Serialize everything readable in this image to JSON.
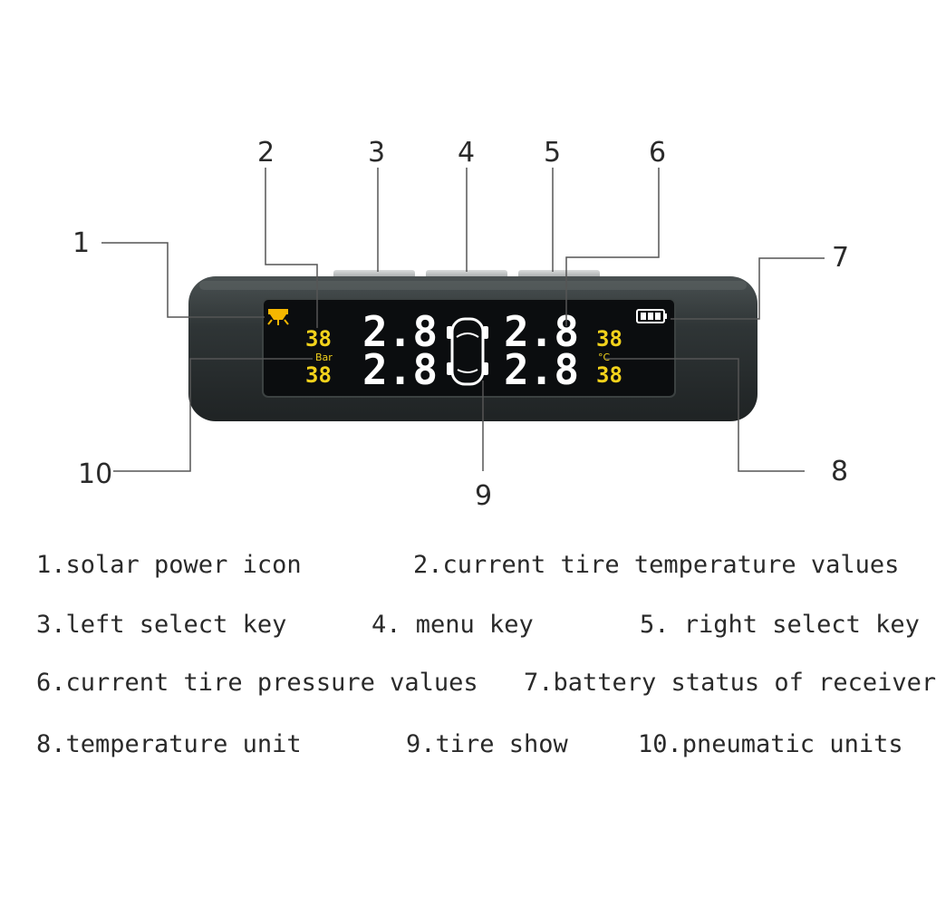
{
  "callouts": [
    "1",
    "2",
    "3",
    "4",
    "5",
    "6",
    "7",
    "8",
    "9",
    "10"
  ],
  "display": {
    "pressure_values": [
      "2.8",
      "2.8",
      "2.8",
      "2.8"
    ],
    "temperature_values": [
      "38",
      "38",
      "38",
      "38"
    ],
    "pressure_unit": "Bar",
    "temperature_unit": "°C"
  },
  "legend": [
    "1.solar power icon",
    "2.current tire temperature values",
    "3.left select key",
    "4. menu key",
    "5. right select key",
    "6.current tire pressure values",
    "7.battery status of receiver",
    "8.temperature unit",
    "9.tire show",
    "10.pneumatic units"
  ],
  "colors": {
    "device_body": "#2f3536",
    "screen": "#0b0d0f",
    "lcd_white": "#ffffff",
    "lcd_yellow": "#f2d21b",
    "solar_icon": "#f5b700",
    "leader_line": "#555555"
  }
}
